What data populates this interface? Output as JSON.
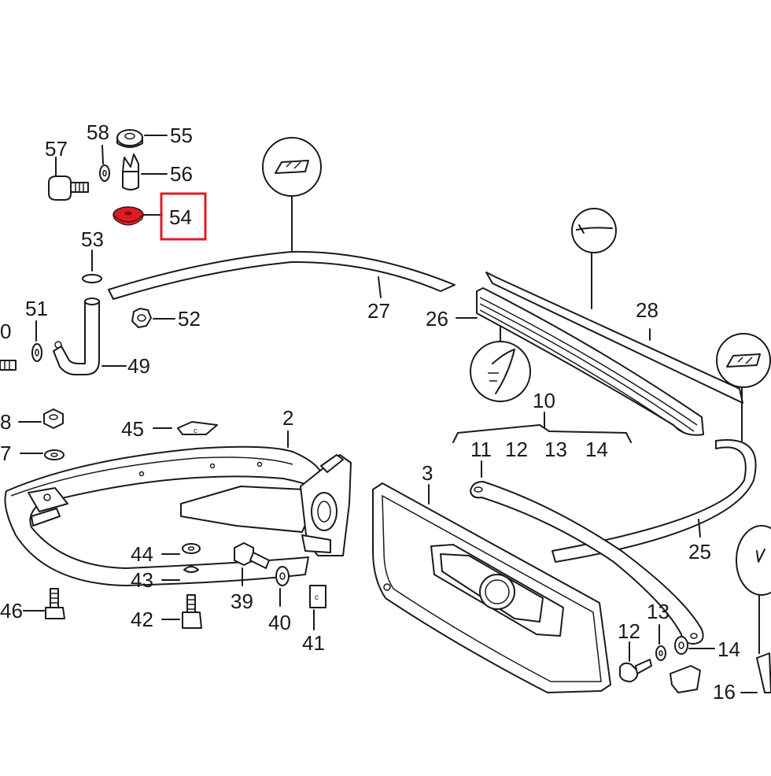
{
  "diagram": {
    "highlight_color": "#e01b24",
    "ink_color": "#1a1a1a",
    "highlighted_part": "54",
    "callouts": [
      {
        "id": "c57",
        "text": "57"
      },
      {
        "id": "c58",
        "text": "58"
      },
      {
        "id": "c55",
        "text": "55"
      },
      {
        "id": "c56",
        "text": "56"
      },
      {
        "id": "c54",
        "text": "54"
      },
      {
        "id": "c53",
        "text": "53"
      },
      {
        "id": "c51",
        "text": "51"
      },
      {
        "id": "c52",
        "text": "52"
      },
      {
        "id": "c50",
        "text": "0"
      },
      {
        "id": "c49",
        "text": "49"
      },
      {
        "id": "c48",
        "text": "8"
      },
      {
        "id": "c47",
        "text": "7"
      },
      {
        "id": "c27",
        "text": "27"
      },
      {
        "id": "c26",
        "text": "26"
      },
      {
        "id": "c28",
        "text": "28"
      },
      {
        "id": "c10",
        "text": "10"
      },
      {
        "id": "c11",
        "text": "11"
      },
      {
        "id": "c12a",
        "text": "12"
      },
      {
        "id": "c13a",
        "text": "13"
      },
      {
        "id": "c14a",
        "text": "14"
      },
      {
        "id": "c45",
        "text": "45"
      },
      {
        "id": "c2",
        "text": "2"
      },
      {
        "id": "c3",
        "text": "3"
      },
      {
        "id": "c25",
        "text": "25"
      },
      {
        "id": "c44",
        "text": "44"
      },
      {
        "id": "c43",
        "text": "43"
      },
      {
        "id": "c46",
        "text": "46"
      },
      {
        "id": "c42",
        "text": "42"
      },
      {
        "id": "c39",
        "text": "39"
      },
      {
        "id": "c40",
        "text": "40"
      },
      {
        "id": "c41",
        "text": "41"
      },
      {
        "id": "c12b",
        "text": "12"
      },
      {
        "id": "c13b",
        "text": "13"
      },
      {
        "id": "c14b",
        "text": "14"
      },
      {
        "id": "c16",
        "text": "16"
      }
    ]
  }
}
